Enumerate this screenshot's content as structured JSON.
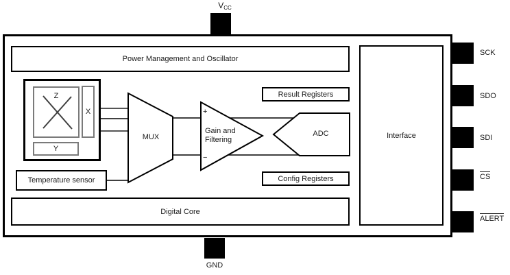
{
  "diagram": {
    "title_hidden": "",
    "top_pin": {
      "label_main": "V",
      "label_sub": "CC"
    },
    "bottom_pin": {
      "label": "GND"
    },
    "right_pins": [
      {
        "label": "SCK"
      },
      {
        "label": "SDO"
      },
      {
        "label": "SDI"
      },
      {
        "label": "CS"
      },
      {
        "label": "ALERT"
      }
    ],
    "blocks": {
      "power": "Power Management and Oscillator",
      "sensor_z": "Z",
      "sensor_x": "X",
      "sensor_y": "Y",
      "temperature": "Temperature sensor",
      "mux": "MUX",
      "gain_line1": "Gain and",
      "gain_line2": "Filtering",
      "plus": "+",
      "minus": "−",
      "adc": "ADC",
      "result_registers": "Result Registers",
      "config_registers": "Config Registers",
      "digital_core": "Digital Core",
      "interface": "Interface"
    },
    "colors": {
      "outline": "#000000",
      "gray_border": "#7a7a7a",
      "cross_line": "#404040",
      "gray_wire": "#555555",
      "pin_fill": "#000000",
      "background": "#ffffff"
    }
  }
}
